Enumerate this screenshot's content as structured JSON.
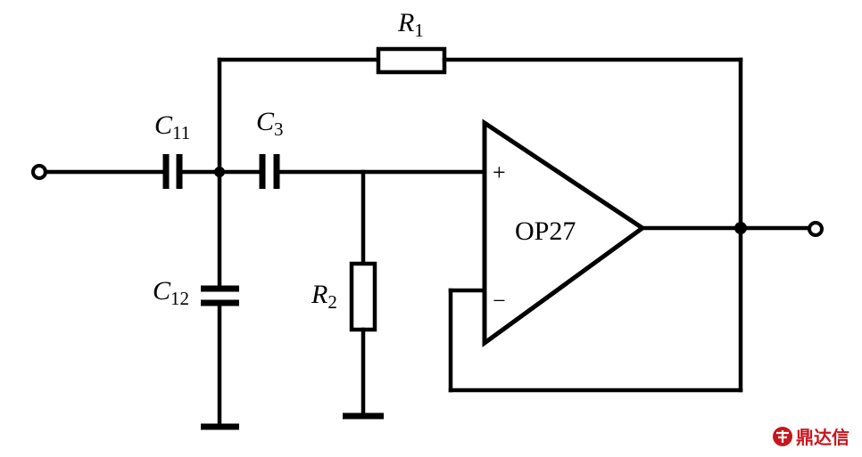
{
  "components": {
    "r1": {
      "name": "R",
      "sub": "1"
    },
    "r2": {
      "name": "R",
      "sub": "2"
    },
    "c11": {
      "name": "C",
      "sub": "11"
    },
    "c12": {
      "name": "C",
      "sub": "12"
    },
    "c3": {
      "name": "C",
      "sub": "3"
    }
  },
  "opamp": {
    "label": "OP27",
    "plus": "+",
    "minus": "−"
  },
  "watermark": {
    "text": "鼎达信",
    "color": "#c8161d"
  }
}
